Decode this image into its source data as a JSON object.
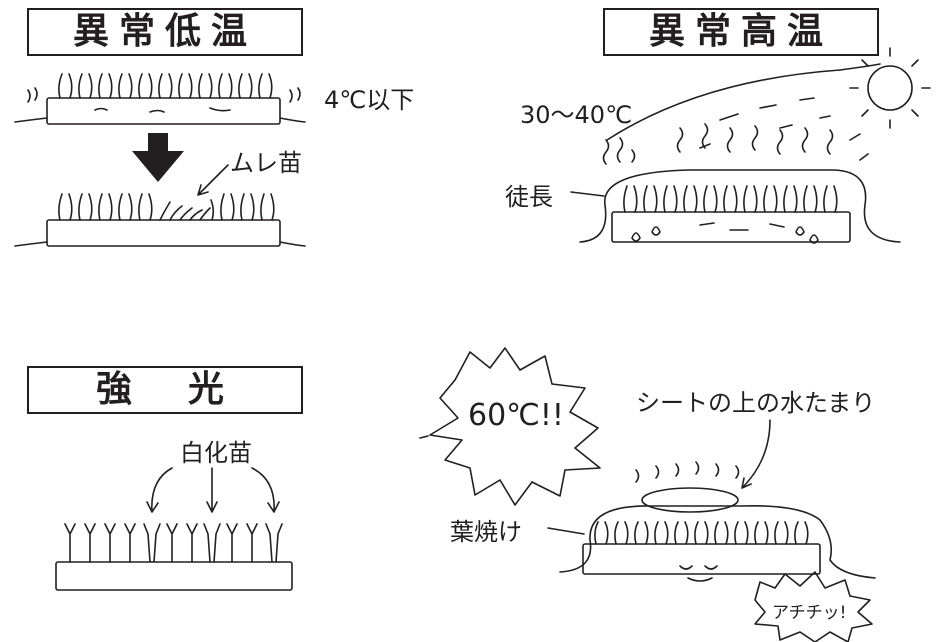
{
  "panels": {
    "low_temp": {
      "title": "異常低温",
      "temp_label": "4℃以下",
      "note": "ムレ苗"
    },
    "high_temp": {
      "title": "異常高温",
      "temp_label": "30〜40℃",
      "note": "徒長"
    },
    "strong_light": {
      "title": "強　光",
      "note": "白化苗"
    },
    "hot_sheet": {
      "burst_text": "60℃!!",
      "sheet_note": "シートの上の水たまり",
      "scorch_note": "葉焼け",
      "cry_text": "アチチッ!"
    }
  }
}
